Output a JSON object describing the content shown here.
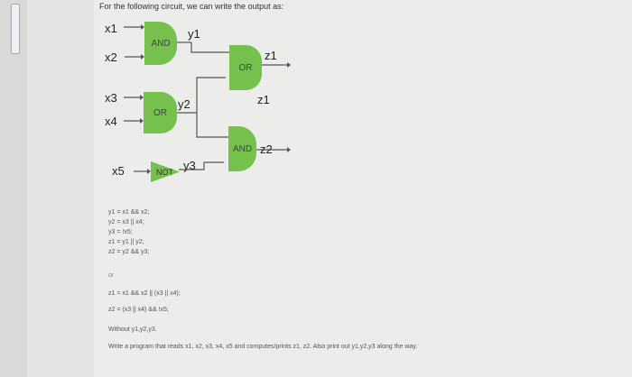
{
  "intro": "For the following circuit, we can write the output as:",
  "circuit": {
    "inputs": [
      "x1",
      "x2",
      "x3",
      "x4",
      "x5"
    ],
    "intermediate": [
      "y1",
      "y2",
      "y3"
    ],
    "outputs": [
      "z1",
      "z1",
      "z2"
    ],
    "gates": {
      "and1": "AND",
      "or1": "OR",
      "not1": "NOT",
      "or2": "OR",
      "and2": "AND"
    }
  },
  "equations": [
    "y1 = x1 && x2;",
    "y2 = x3 || x4;",
    "y3 = !x5;",
    "z1 = y1 || y2;",
    "z2 = y2 && y3;"
  ],
  "or_word": "or",
  "equations_direct": [
    "z1 = x1 && x2 || (x3 || x4);",
    "z2 = (x3 || x4) && !x5;"
  ],
  "without_note": "Without y1,y2,y3.",
  "task": "Write a program that reads x1, x2, x3, x4, x5 and computes/prints z1, z2. Also print out y1,y2,y3 along the way.",
  "colors": {
    "gate": "#76c04e",
    "wire": "#555555",
    "background": "#ececea"
  }
}
